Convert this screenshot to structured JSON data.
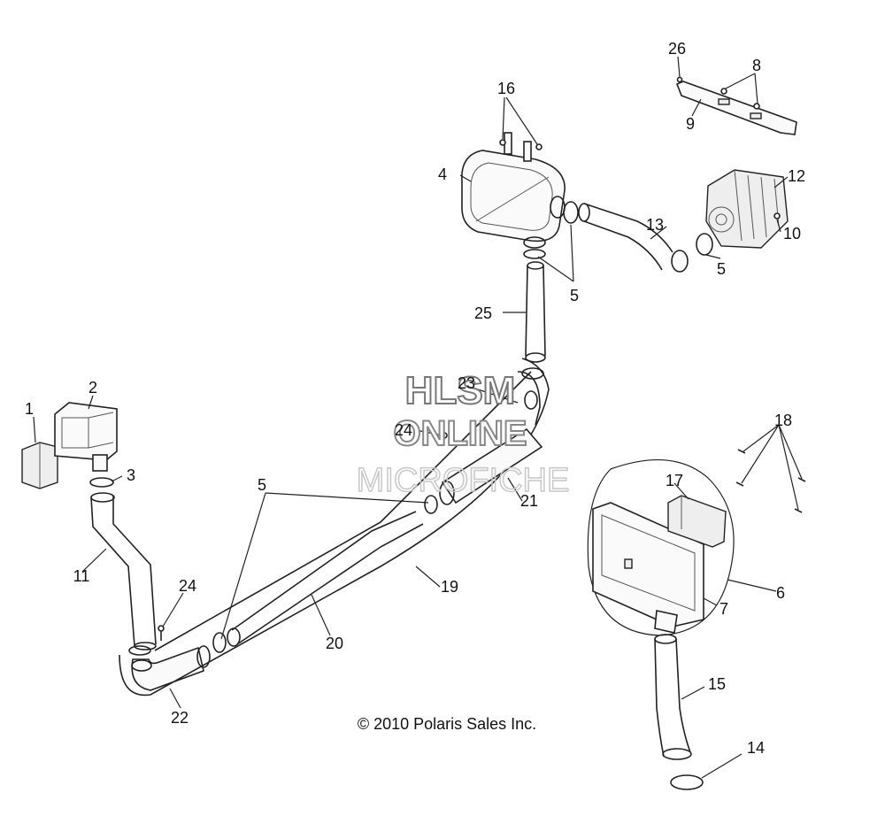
{
  "diagram": {
    "watermark": {
      "line1": "HLSM",
      "line2": "ONLINE",
      "line3": "MICROFICHE"
    },
    "copyright": "© 2010 Polaris Sales Inc.",
    "callouts": {
      "c1": "1",
      "c2": "2",
      "c3": "3",
      "c4": "4",
      "c5a": "5",
      "c5b": "5",
      "c5c": "5",
      "c6": "6",
      "c7": "7",
      "c8": "8",
      "c9": "9",
      "c10": "10",
      "c11": "11",
      "c12": "12",
      "c13": "13",
      "c14": "14",
      "c15": "15",
      "c16": "16",
      "c17": "17",
      "c18": "18",
      "c19": "19",
      "c20": "20",
      "c21": "21",
      "c22": "22",
      "c23": "23",
      "c24a": "24",
      "c24b": "24",
      "c25": "25",
      "c26": "26"
    }
  }
}
